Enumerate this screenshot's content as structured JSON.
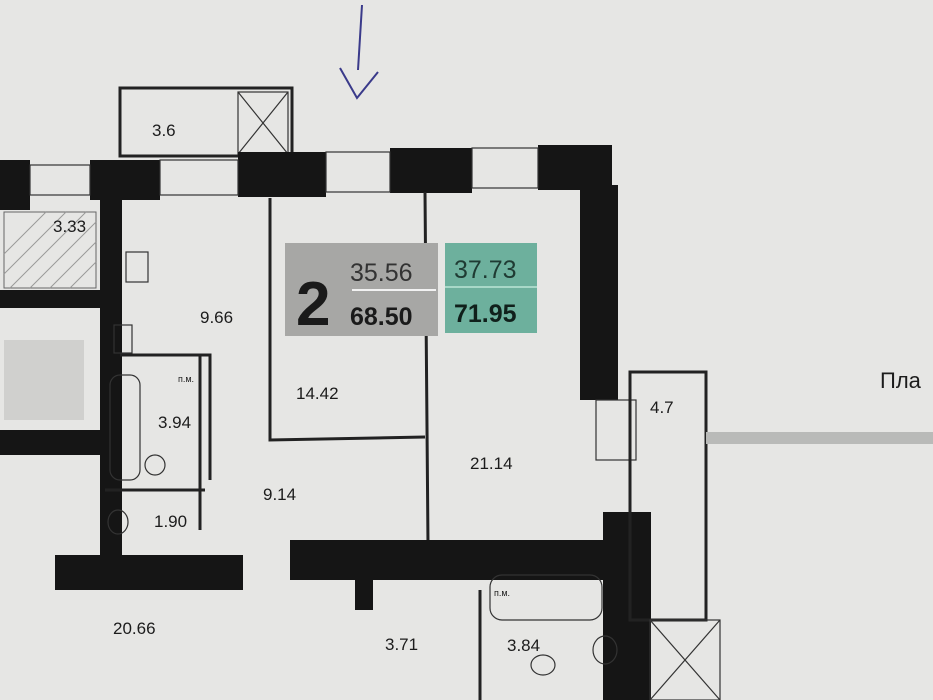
{
  "apartment": {
    "rooms_count": "2",
    "area_living_a": "35.56",
    "area_total_a": "68.50",
    "area_living_b": "37.73",
    "area_total_b": "71.95",
    "badge_gray_color": "#a7a7a5",
    "badge_green_color": "#6db09d"
  },
  "rooms": {
    "balcony_top": "3.6",
    "left_loggia": "3.33",
    "kitchen": "9.66",
    "bedroom": "14.42",
    "bathroom": "3.94",
    "wc": "1.90",
    "hall": "9.14",
    "living": "21.14",
    "balcony_right": "4.7",
    "room_bottom_left": "20.66",
    "corridor_bottom": "3.71",
    "bathroom_bottom": "3.84",
    "pm_label_1": "п.м.",
    "pm_label_2": "п.м."
  },
  "edge_text": "Пла",
  "wall_color": "#151515"
}
